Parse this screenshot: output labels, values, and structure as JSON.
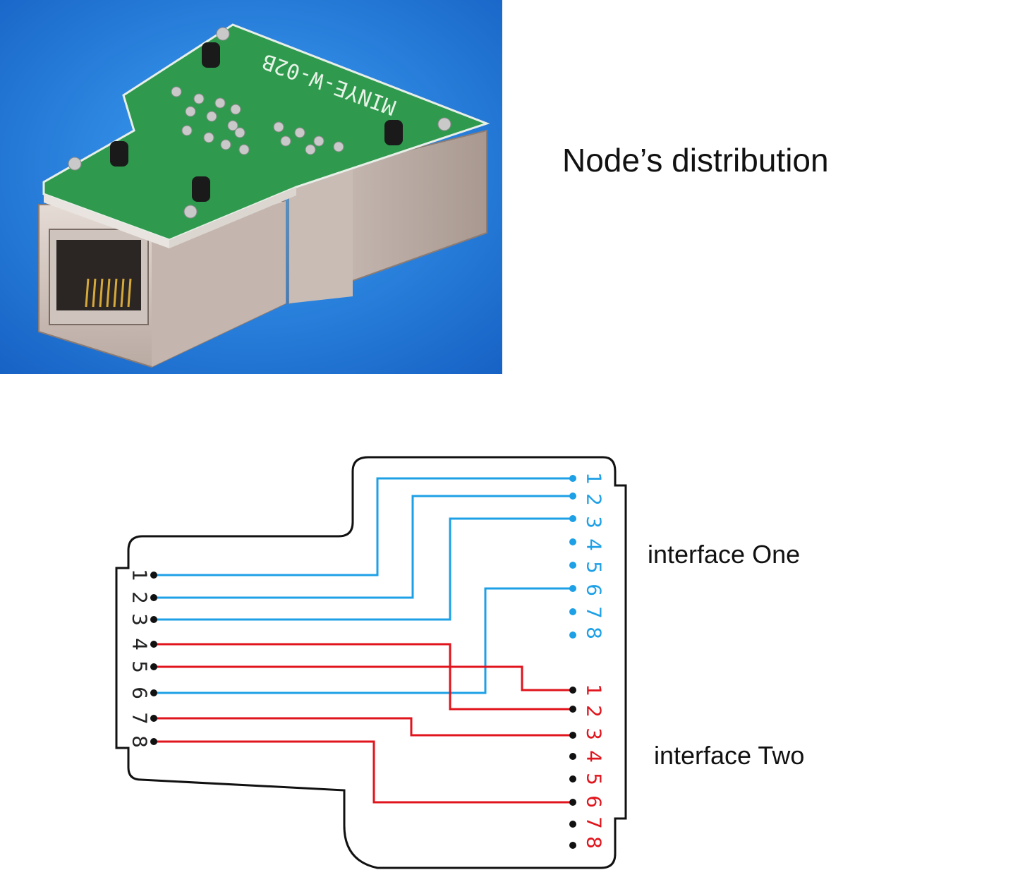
{
  "product": {
    "board_marking": "MINYE-W-02B"
  },
  "heading": "Node’s distribution",
  "interfaces": {
    "one_label": "interface One",
    "two_label": "interface Two"
  },
  "colors": {
    "background_blue": "#1f7fe0",
    "pcb_green": "#2f9a4e",
    "wire_blue": "#1ea0e6",
    "wire_red": "#e0141c",
    "outline": "#111111"
  },
  "wiring": {
    "left_pins": [
      "1",
      "2",
      "3",
      "4",
      "5",
      "6",
      "7",
      "8"
    ],
    "interface_one_pins": [
      "1",
      "2",
      "3",
      "4",
      "5",
      "6",
      "7",
      "8"
    ],
    "interface_two_pins": [
      "1",
      "2",
      "3",
      "4",
      "5",
      "6",
      "7",
      "8"
    ],
    "connections": [
      {
        "from_pin": "1",
        "to": "interface One",
        "to_pin": "1",
        "color": "blue"
      },
      {
        "from_pin": "2",
        "to": "interface One",
        "to_pin": "2",
        "color": "blue"
      },
      {
        "from_pin": "3",
        "to": "interface One",
        "to_pin": "3",
        "color": "blue"
      },
      {
        "from_pin": "6",
        "to": "interface One",
        "to_pin": "6",
        "color": "blue"
      },
      {
        "from_pin": "4",
        "to": "interface Two",
        "to_pin": "2",
        "color": "red"
      },
      {
        "from_pin": "5",
        "to": "interface Two",
        "to_pin": "1",
        "color": "red"
      },
      {
        "from_pin": "7",
        "to": "interface Two",
        "to_pin": "3",
        "color": "red"
      },
      {
        "from_pin": "8",
        "to": "interface Two",
        "to_pin": "6",
        "color": "red"
      }
    ]
  }
}
